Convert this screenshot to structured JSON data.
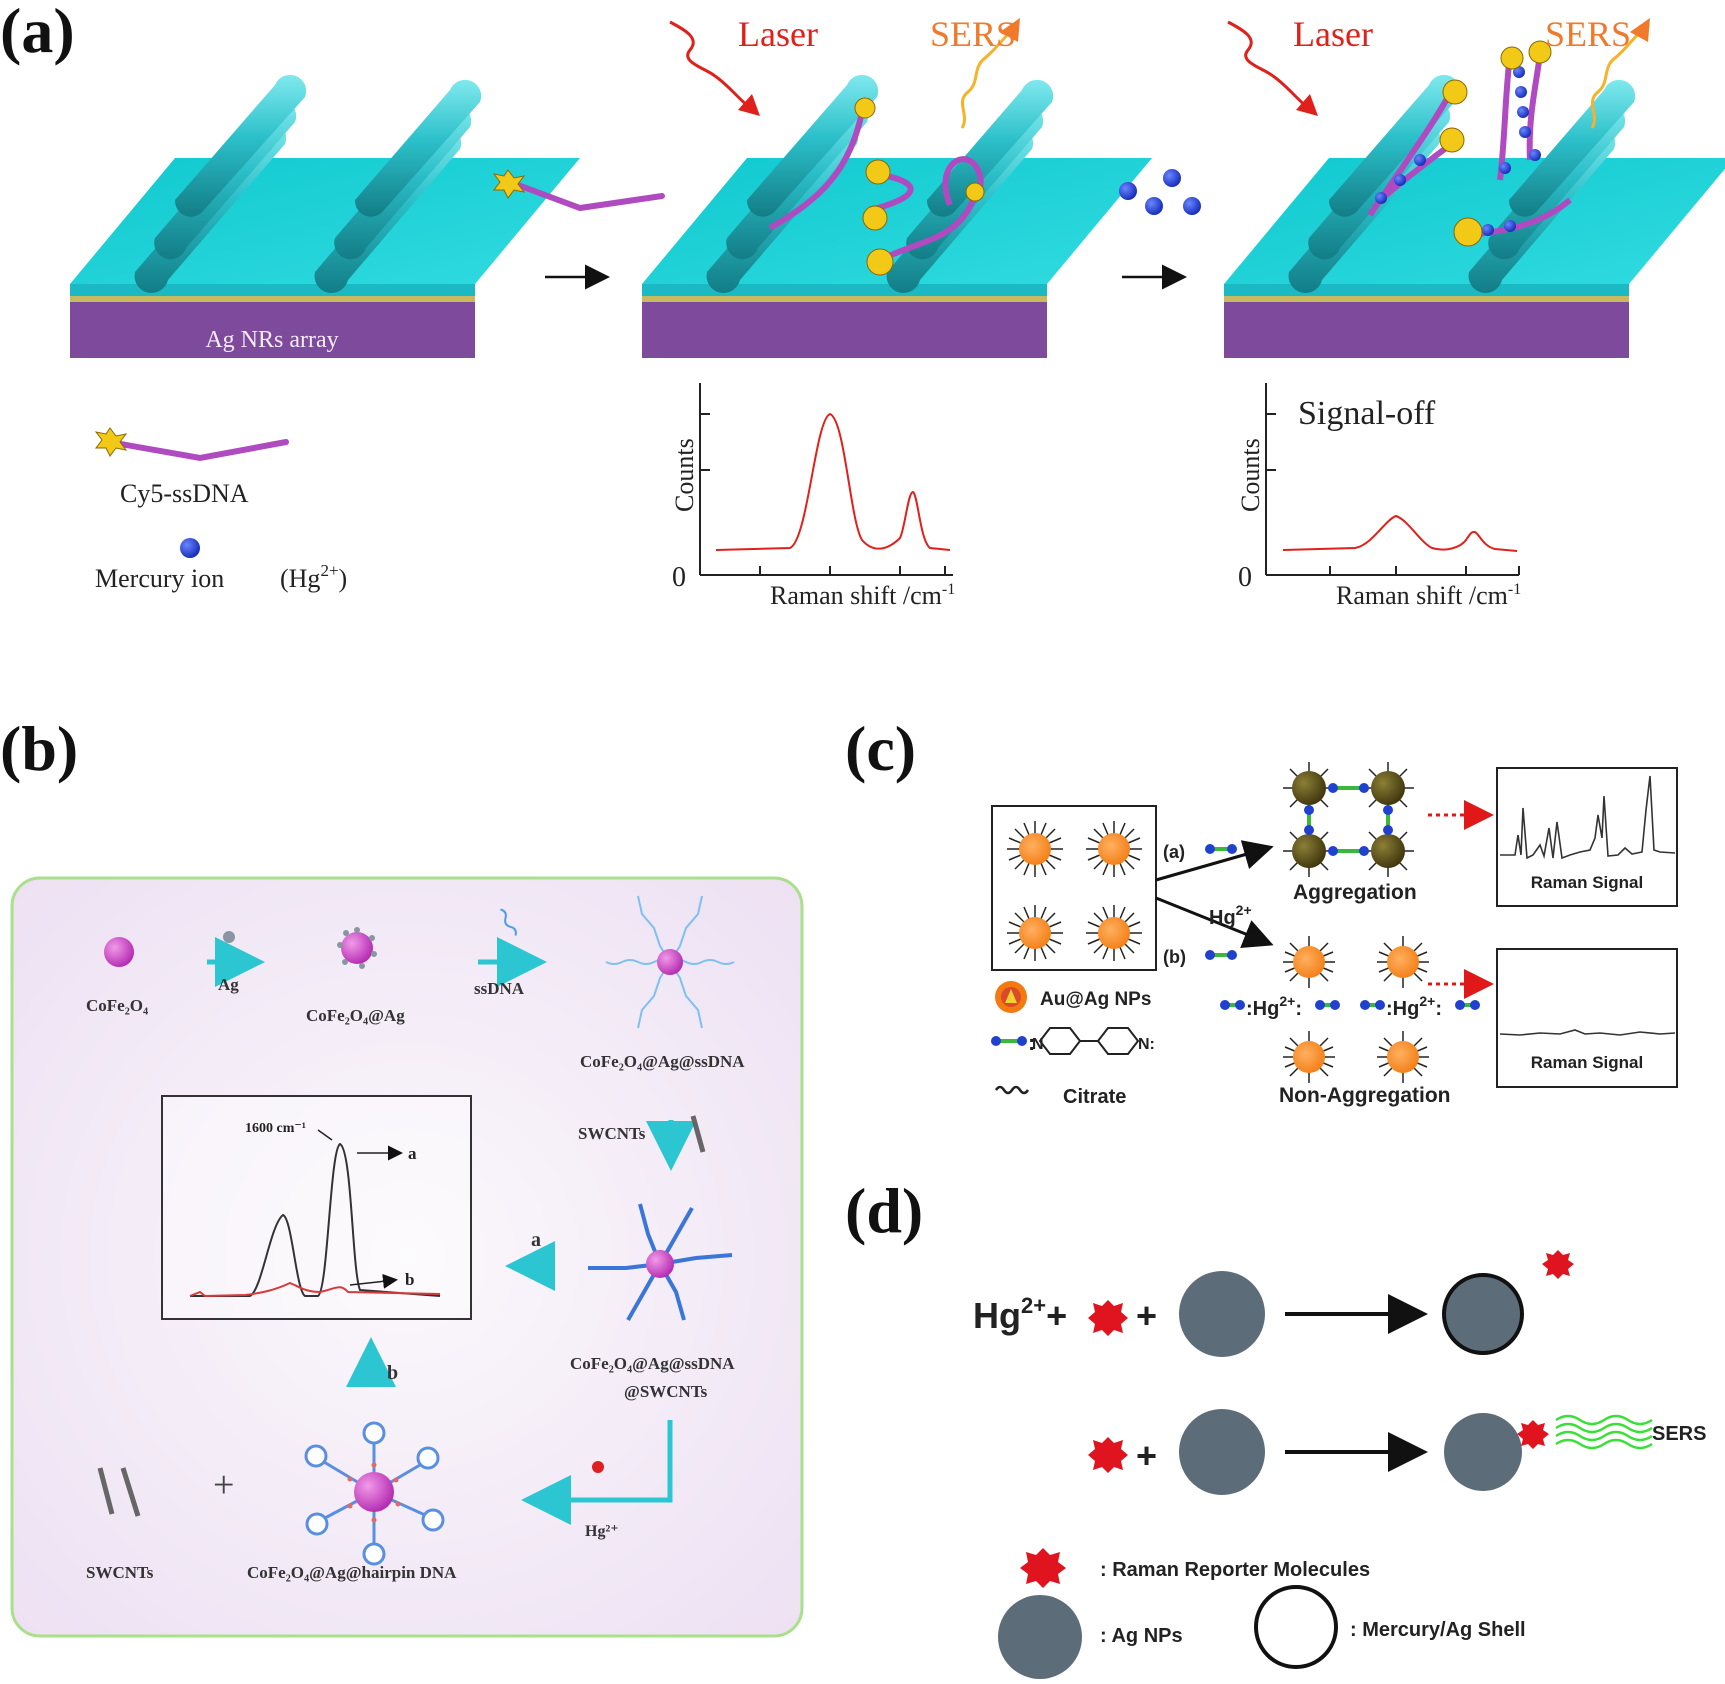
{
  "panel_labels": {
    "a": "(a)",
    "b": "(b)",
    "c": "(c)",
    "d": "(d)"
  },
  "panel_a": {
    "laser": "Laser",
    "sers": "SERS",
    "substrate_label": "Ag NRs array",
    "legend_probe": "Cy5-ssDNA",
    "legend_ion": "Mercury ion",
    "legend_ion_formula": "(Hg",
    "legend_ion_charge": "2+",
    "legend_ion_close": ")",
    "plot1": {
      "ylabel": "Counts",
      "xlabel": "Raman shift /cm",
      "xlabel_sup": "-1",
      "zero": "0"
    },
    "plot2": {
      "ylabel": "Counts",
      "xlabel": "Raman shift /cm",
      "xlabel_sup": "-1",
      "zero": "0",
      "annotation": "Signal-off"
    }
  },
  "panel_b": {
    "cofe": "CoFe₂O₄",
    "ag": "Ag",
    "cofe_ag": "CoFe₂O₄@Ag",
    "ssdna": "ssDNA",
    "cofe_ag_ssdna": "CoFe₂O₄@Ag@ssDNA",
    "swcnts_arrow": "SWCNTs",
    "cofe_ag_ssdna_swcnts_1": "CoFe₂O₄@Ag@ssDNA",
    "cofe_ag_ssdna_swcnts_2": "@SWCNTs",
    "hg": "Hg²⁺",
    "swcnts": "SWCNTs",
    "plus": "+",
    "hairpin": "CoFe₂O₄@Ag@hairpin DNA",
    "arrow_a": "a",
    "arrow_b": "b",
    "spectrum": {
      "peak_label": "1600 cm⁻¹",
      "label_a": "a",
      "label_b": "b"
    }
  },
  "panel_c": {
    "route_a": "(a)",
    "route_b": "(b)",
    "hg": "Hg",
    "hg_sup": "2+",
    "aggregation": "Aggregation",
    "non_aggregation": "Non-Aggregation",
    "raman_signal_1": "Raman Signal",
    "raman_signal_2": "Raman Signal",
    "legend_np": "Au@Ag NPs",
    "legend_citrate": "Citrate",
    "complex_hg": "Hg",
    "complex_sup": "2+"
  },
  "panel_d": {
    "hg": "Hg",
    "hg_sup": "2+",
    "plus": "+",
    "sers": "SERS",
    "legend_reporter": ": Raman Reporter Molecules",
    "legend_ag": ": Ag NPs",
    "legend_shell": ": Mercury/Ag Shell"
  },
  "colors": {
    "rod": "#2bbfc9",
    "slab_top": "#22d2d8",
    "slab_base": "#7d4a9c",
    "laser": "#e0201a",
    "sers": "#f07a2a",
    "dna": "#b04ac0",
    "ion": "#1e3ad0",
    "orange_np": "#f78a1e",
    "olive_np": "#5a4e16",
    "grey_np": "#5c6c78",
    "reporter": "#e0141e",
    "sers_wave": "#3ae03a",
    "panel_b_bg": "#f4eef8"
  }
}
